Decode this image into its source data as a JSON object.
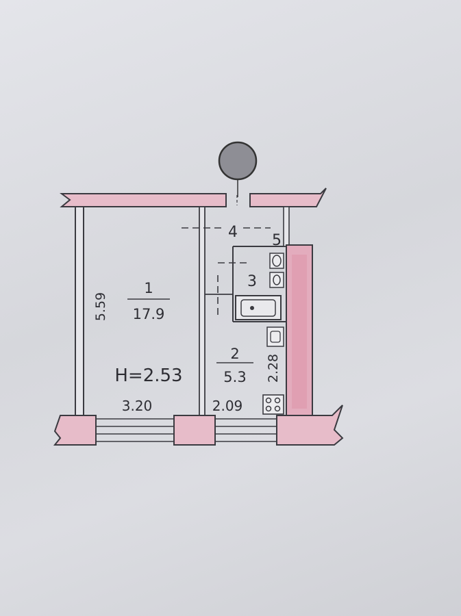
{
  "plan": {
    "rooms": [
      {
        "number": "1",
        "area": "17.9"
      },
      {
        "number": "2",
        "area": "5.3"
      },
      {
        "number": "3"
      },
      {
        "number": "4"
      },
      {
        "number": "5"
      }
    ],
    "ceiling_height": "H=2.53",
    "dimensions": {
      "room1_height": "5.59",
      "room1_width": "3.20",
      "room2_width": "2.09",
      "room2_height": "2.28"
    },
    "colors": {
      "wall_fill": "#e7bcc9",
      "wall_accent": "#de9aae",
      "line": "#3a3a40",
      "paper": "#dcdde2"
    }
  }
}
